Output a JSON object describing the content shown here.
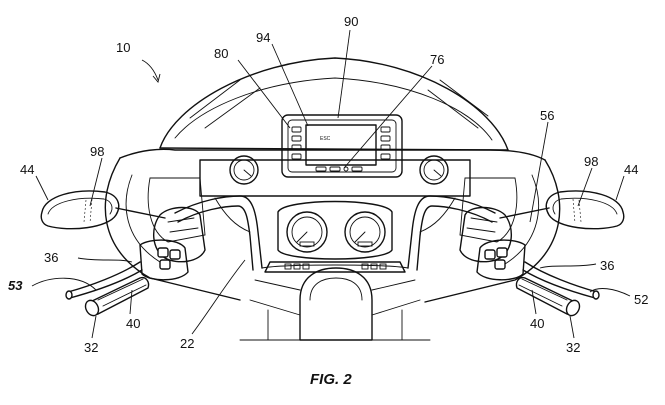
{
  "figure": {
    "caption": "FIG. 2",
    "reference_numerals": {
      "assembly": "10",
      "windshield": "90",
      "display_screen": "94",
      "display_housing": "80",
      "display_indicator": "76",
      "switch_housing_right": "56",
      "mirror_left": "44",
      "mirror_right": "44",
      "mirror_mark_left": "98",
      "mirror_mark_right": "98",
      "lever_left": "36",
      "lever_right": "36",
      "grip_assembly_left": "53",
      "grip_assembly_right": "52",
      "grip_left": "32",
      "grip_right": "32",
      "control_left": "40",
      "control_right": "40",
      "handlebar": "22"
    },
    "screen_text": "ESC"
  }
}
